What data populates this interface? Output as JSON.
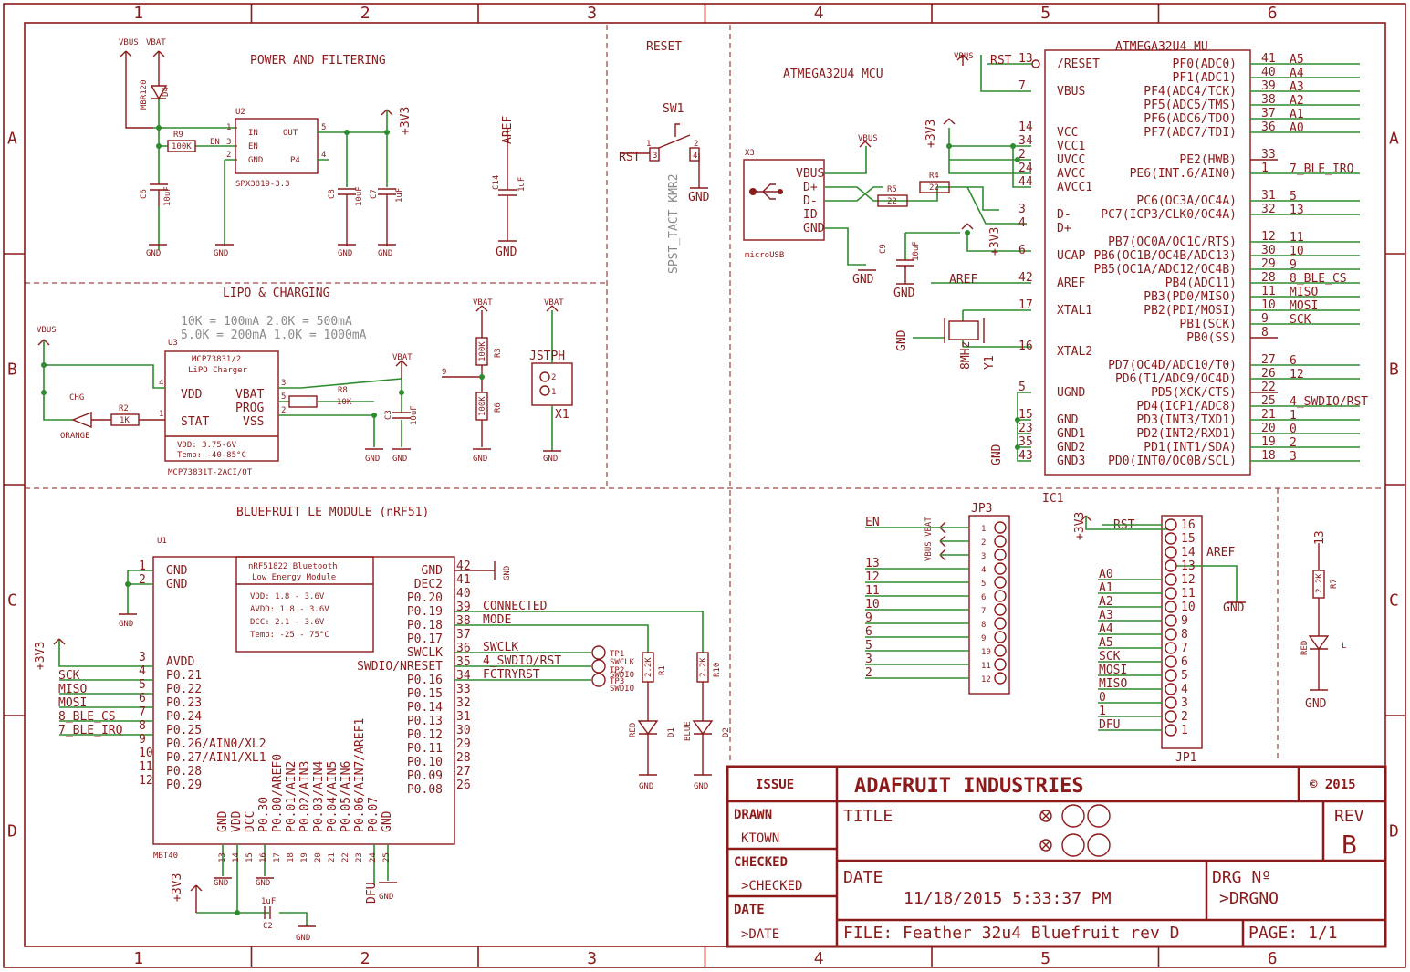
{
  "frame": {
    "columns": [
      "1",
      "2",
      "3",
      "4",
      "5",
      "6"
    ],
    "rows": [
      "A",
      "B",
      "C",
      "D"
    ]
  },
  "sections": {
    "power": "POWER AND FILTERING",
    "reset": "RESET",
    "mcu": "ATMEGA32U4 MCU",
    "lipo": "LIPO & CHARGING",
    "ble": "BLUEFRUIT LE MODULE (nRF51)"
  },
  "power": {
    "vbus": "VBUS",
    "vbat": "VBAT",
    "d4": "D4",
    "d4_part": "MBR120",
    "r9": "R9",
    "r9_val": "100K",
    "en": "EN",
    "u2": "U2",
    "u2_pins": [
      "IN",
      "EN",
      "GND",
      "OUT",
      "P4"
    ],
    "u2_nums": [
      "1",
      "3",
      "2",
      "5",
      "4"
    ],
    "u2_part": "SPX3819-3.3",
    "c6": "C6",
    "c6_val": "10uF",
    "c8": "C8",
    "c8_val": "10uF",
    "c7": "C7",
    "c7_val": "1uF",
    "c14": "C14",
    "c14_val": "1uF",
    "aref": "AREF",
    "v33": "+3V3",
    "gnd": "GND"
  },
  "reset": {
    "sw": "SW1",
    "rst": "RST",
    "part": "SPST_TACT-KMR2",
    "gnd": "GND",
    "pins": [
      "1",
      "3",
      "2",
      "4"
    ]
  },
  "mcu": {
    "title": "ATMEGA32U4-MU",
    "rst": "RST",
    "rst_num": "13",
    "vbus": "VBUS",
    "left_pins": [
      {
        "name": "/RESET",
        "num": "13"
      },
      {
        "name": "VBUS",
        "num": "7"
      },
      {
        "name": "VCC",
        "num": "14"
      },
      {
        "name": "VCC1",
        "num": "34"
      },
      {
        "name": "UVCC",
        "num": "2"
      },
      {
        "name": "AVCC",
        "num": "24"
      },
      {
        "name": "AVCC1",
        "num": "44"
      },
      {
        "name": "D-",
        "num": "3"
      },
      {
        "name": "D+",
        "num": "4"
      },
      {
        "name": "UCAP",
        "num": "6"
      },
      {
        "name": "AREF",
        "num": "42"
      },
      {
        "name": "XTAL1",
        "num": "17"
      },
      {
        "name": "XTAL2",
        "num": "16"
      },
      {
        "name": "UGND",
        "num": "5"
      },
      {
        "name": "GND",
        "num": "15"
      },
      {
        "name": "GND1",
        "num": "23"
      },
      {
        "name": "GND2",
        "num": "35"
      },
      {
        "name": "GND3",
        "num": "43"
      }
    ],
    "right_pins": [
      {
        "name": "PF0(ADC0)",
        "num": "41",
        "net": "A5"
      },
      {
        "name": "PF1(ADC1)",
        "num": "40",
        "net": "A4"
      },
      {
        "name": "PF4(ADC4/TCK)",
        "num": "39",
        "net": "A3"
      },
      {
        "name": "PF5(ADC5/TMS)",
        "num": "38",
        "net": "A2"
      },
      {
        "name": "PF6(ADC6/TDO)",
        "num": "37",
        "net": "A1"
      },
      {
        "name": "PF7(ADC7/TDI)",
        "num": "36",
        "net": "A0"
      },
      {
        "name": "PE2(HWB)",
        "num": "33",
        "net": ""
      },
      {
        "name": "PE6(INT.6/AIN0)",
        "num": "1",
        "net": "7_BLE_IRQ"
      },
      {
        "name": "PC6(OC3A/OC4A)",
        "num": "31",
        "net": "5"
      },
      {
        "name": "PC7(ICP3/CLK0/OC4A)",
        "num": "32",
        "net": "13"
      },
      {
        "name": "PB7(OC0A/OC1C/RTS)",
        "num": "12",
        "net": "11"
      },
      {
        "name": "PB6(OC1B/OC4B/ADC13)",
        "num": "30",
        "net": "10"
      },
      {
        "name": "PB5(OC1A/ADC12/OC4B)",
        "num": "29",
        "net": "9"
      },
      {
        "name": "PB4(ADC11)",
        "num": "28",
        "net": "8_BLE_CS"
      },
      {
        "name": "PB3(PD0/MISO)",
        "num": "11",
        "net": "MISO"
      },
      {
        "name": "PB2(PDI/MOSI)",
        "num": "10",
        "net": "MOSI"
      },
      {
        "name": "PB1(SCK)",
        "num": "9",
        "net": "SCK"
      },
      {
        "name": "PB0(SS)",
        "num": "8",
        "net": ""
      },
      {
        "name": "PD7(OC4D/ADC10/T0)",
        "num": "27",
        "net": "6"
      },
      {
        "name": "PD6(T1/ADC9/OC4D)",
        "num": "26",
        "net": "12"
      },
      {
        "name": "PD5(XCK/CTS)",
        "num": "22",
        "net": ""
      },
      {
        "name": "PD4(ICP1/ADC8)",
        "num": "25",
        "net": "4_SWDIO/RST"
      },
      {
        "name": "PD3(INT3/TXD1)",
        "num": "21",
        "net": "1"
      },
      {
        "name": "PD2(INT2/RXD1)",
        "num": "20",
        "net": "0"
      },
      {
        "name": "PD1(INT1/SDA)",
        "num": "19",
        "net": "2"
      },
      {
        "name": "PD0(INT0/OC0B/SCL)",
        "num": "18",
        "net": "3"
      }
    ],
    "x3": "X3",
    "x3_pins": [
      "VBUS",
      "D+",
      "D-",
      "ID",
      "GND"
    ],
    "x3_part": "microUSB",
    "r4": "R4",
    "r5": "R5",
    "r_val": "22",
    "c9": "C9",
    "c9_val": "10uF",
    "y1": "Y1",
    "y1_val": "8MHz",
    "aref": "AREF",
    "v33": "+3V3",
    "gnd": "GND",
    "v33b": "+3V3"
  },
  "lipo": {
    "table": [
      "10K  = 100mA  2.0K  = 500mA",
      "5.0K  = 200mA  1.0K  = 1000mA"
    ],
    "u3": "U3",
    "chip": "MCP73831/2",
    "chip_sub": "LiPO Charger",
    "pins_l": [
      "VDD",
      "STAT"
    ],
    "pins_r": [
      "VBAT",
      "PROG",
      "VSS"
    ],
    "nums": [
      "4",
      "1",
      "3",
      "5",
      "2"
    ],
    "spec1": "VDD:      3.75-6V",
    "spec2": "Temp:    -40-85°C",
    "part": "MCP73831T-2ACI/OT",
    "vbus": "VBUS",
    "vbat": "VBAT",
    "chg": "CHG",
    "orange": "ORANGE",
    "r2": "R2",
    "r2_val": "1K",
    "r8": "R8",
    "r8_val": "10K",
    "c3": "C3",
    "c3_val": "10uF",
    "r3": "R3",
    "r3_val": "100K",
    "r6": "R6",
    "r6_val": "100K",
    "nine": "9",
    "jst": "JSTPH",
    "x1": "X1",
    "gnd": "GND",
    "jst_pins": [
      "2",
      "1"
    ]
  },
  "ble": {
    "u1": "U1",
    "part": "MBT40",
    "note_title": "nRF51822 Bluetooth",
    "note_sub": "Low Energy Module",
    "note_rows": [
      "VDD:    1.8 - 3.6V",
      "AVDD:   1.8 - 3.6V",
      "DCC:    2.1 - 3.6V",
      "Temp:   -25 - 75°C"
    ],
    "left_pins": [
      {
        "name": "GND",
        "num": "1",
        "net": ""
      },
      {
        "name": "GND",
        "num": "2",
        "net": ""
      },
      {
        "name": "AVDD",
        "num": "3",
        "net": ""
      },
      {
        "name": "P0.21",
        "num": "4",
        "net": "SCK"
      },
      {
        "name": "P0.22",
        "num": "5",
        "net": "MISO"
      },
      {
        "name": "P0.23",
        "num": "6",
        "net": "MOSI"
      },
      {
        "name": "P0.24",
        "num": "7",
        "net": "8_BLE_CS"
      },
      {
        "name": "P0.25",
        "num": "8",
        "net": "7_BLE_IRQ"
      },
      {
        "name": "P0.26/AIN0/XL2",
        "num": "9",
        "net": ""
      },
      {
        "name": "P0.27/AIN1/XL1",
        "num": "10",
        "net": ""
      },
      {
        "name": "P0.28",
        "num": "11",
        "net": ""
      },
      {
        "name": "P0.29",
        "num": "12",
        "net": ""
      }
    ],
    "right_pins": [
      {
        "name": "GND",
        "num": "42",
        "net": ""
      },
      {
        "name": "DEC2",
        "num": "41",
        "net": ""
      },
      {
        "name": "P0.20",
        "num": "40",
        "net": ""
      },
      {
        "name": "P0.19",
        "num": "39",
        "net": "CONNECTED"
      },
      {
        "name": "P0.18",
        "num": "38",
        "net": "MODE"
      },
      {
        "name": "P0.17",
        "num": "37",
        "net": ""
      },
      {
        "name": "SWCLK",
        "num": "36",
        "net": "SWCLK"
      },
      {
        "name": "SWDIO/NRESET",
        "num": "35",
        "net": "4_SWDIO/RST"
      },
      {
        "name": "P0.16",
        "num": "34",
        "net": "FCTRYRST"
      },
      {
        "name": "P0.15",
        "num": "33",
        "net": ""
      },
      {
        "name": "P0.14",
        "num": "32",
        "net": ""
      },
      {
        "name": "P0.13",
        "num": "31",
        "net": ""
      },
      {
        "name": "P0.12",
        "num": "30",
        "net": ""
      },
      {
        "name": "P0.11",
        "num": "29",
        "net": ""
      },
      {
        "name": "P0.10",
        "num": "28",
        "net": ""
      },
      {
        "name": "P0.09",
        "num": "27",
        "net": ""
      },
      {
        "name": "P0.08",
        "num": "26",
        "net": ""
      }
    ],
    "bottom_pins": [
      {
        "name": "GND",
        "num": "13"
      },
      {
        "name": "VDD",
        "num": "14"
      },
      {
        "name": "DCC",
        "num": "15"
      },
      {
        "name": "P0.30",
        "num": "16"
      },
      {
        "name": "P0.00/AREF0",
        "num": "17"
      },
      {
        "name": "P0.01/AIN2",
        "num": "18"
      },
      {
        "name": "P0.02/AIN3",
        "num": "19"
      },
      {
        "name": "P0.03/AIN4",
        "num": "20"
      },
      {
        "name": "P0.04/AIN5",
        "num": "21"
      },
      {
        "name": "P0.05/AIN6",
        "num": "22"
      },
      {
        "name": "P0.06/AIN7/AREF1",
        "num": "23"
      },
      {
        "name": "P0.07",
        "num": "24"
      },
      {
        "name": "GND",
        "num": "25"
      }
    ],
    "tps": [
      "TP1",
      "SWCLK",
      "TP2",
      "SWDIO",
      "TP3",
      "SWDIO"
    ],
    "r1": "R1",
    "r1_val": "2.2K",
    "r10": "R10",
    "r10_val": "2.2K",
    "d1": "D1",
    "red": "RED",
    "d2": "D2",
    "blue": "BLUE",
    "c2": "C2",
    "c2_val": "1uF",
    "dfu": "DFU",
    "v33": "+3V3",
    "gnd": "GND"
  },
  "headers": {
    "jp3": "JP3",
    "ic1": "IC1",
    "jp1": "JP1",
    "jp3_nets": [
      "EN",
      "VBUS",
      "VBAT",
      "13",
      "12",
      "11",
      "10",
      "9",
      "6",
      "5",
      "3",
      "2"
    ],
    "jp3_nums": [
      "1",
      "2",
      "3",
      "4",
      "5",
      "6",
      "7",
      "8",
      "9",
      "10",
      "11",
      "12"
    ],
    "jp3_vlabel": "VBUS VBAT",
    "jp1_nets": [
      "RST",
      "",
      "AREF",
      "",
      "A0",
      "A1",
      "A2",
      "A3",
      "A4",
      "A5",
      "SCK",
      "MOSI",
      "MISO",
      "0",
      "1",
      "DFU"
    ],
    "jp1_nums": [
      "16",
      "15",
      "14",
      "13",
      "12",
      "11",
      "10",
      "9",
      "8",
      "7",
      "6",
      "5",
      "4",
      "3",
      "2",
      "1"
    ],
    "v33": "+3V3",
    "gnd": "GND",
    "r7": "R7",
    "r7_val": "2.2K",
    "led_red": "RED",
    "led_l": "L",
    "thirteen": "13"
  },
  "title_block": {
    "issue": "ISSUE",
    "company": "ADAFRUIT INDUSTRIES",
    "copyright": "© 2015",
    "drawn": "DRAWN",
    "drawn_by": "KTOWN",
    "title": "TITLE",
    "rev": "REV",
    "rev_val": "B",
    "checked": "CHECKED",
    "checked_by": ">CHECKED",
    "date_label": "DATE",
    "date": "DATE",
    "date_val": ">DATE",
    "date_stamp": "11/18/2015 5:33:37 PM",
    "drg": "DRG Nº",
    "drg_val": ">DRGNO",
    "file": "FILE: Feather 32u4 Bluefruit rev D",
    "page": "PAGE: 1/1"
  }
}
